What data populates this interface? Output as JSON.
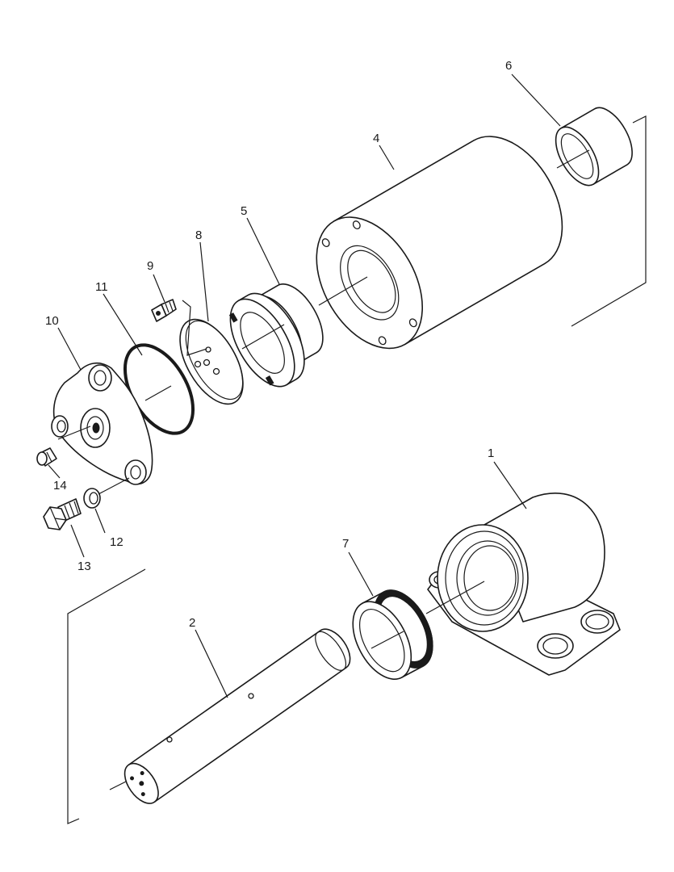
{
  "diagram": {
    "callouts": [
      {
        "id": "1",
        "text": "1"
      },
      {
        "id": "2",
        "text": "2"
      },
      {
        "id": "4",
        "text": "4"
      },
      {
        "id": "5",
        "text": "5"
      },
      {
        "id": "6",
        "text": "6"
      },
      {
        "id": "7",
        "text": "7"
      },
      {
        "id": "8",
        "text": "8"
      },
      {
        "id": "9",
        "text": "9"
      },
      {
        "id": "10",
        "text": "10"
      },
      {
        "id": "11",
        "text": "11"
      },
      {
        "id": "12",
        "text": "12"
      },
      {
        "id": "13",
        "text": "13"
      },
      {
        "id": "14",
        "text": "14"
      }
    ]
  }
}
